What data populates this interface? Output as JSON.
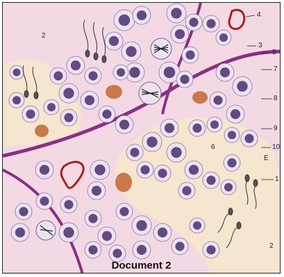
{
  "caption": "Document 2",
  "labels": {
    "l2a": "2",
    "l4": "4",
    "l3": "3",
    "l5": "5",
    "l7": "7",
    "l8": "8",
    "l9": "9",
    "l10": "10",
    "l6": "6",
    "l1": "1",
    "l2b": "2",
    "lE": "E"
  },
  "colors": {
    "tissue_bg": "#f3d9e4",
    "lumen": "#f6e5cf",
    "basement": "#8a2f86",
    "cell_fill": "#ece3f0",
    "nucleus": "#4b2f6e",
    "vessel": "#a8201a",
    "leydig": "#c97a4c"
  }
}
